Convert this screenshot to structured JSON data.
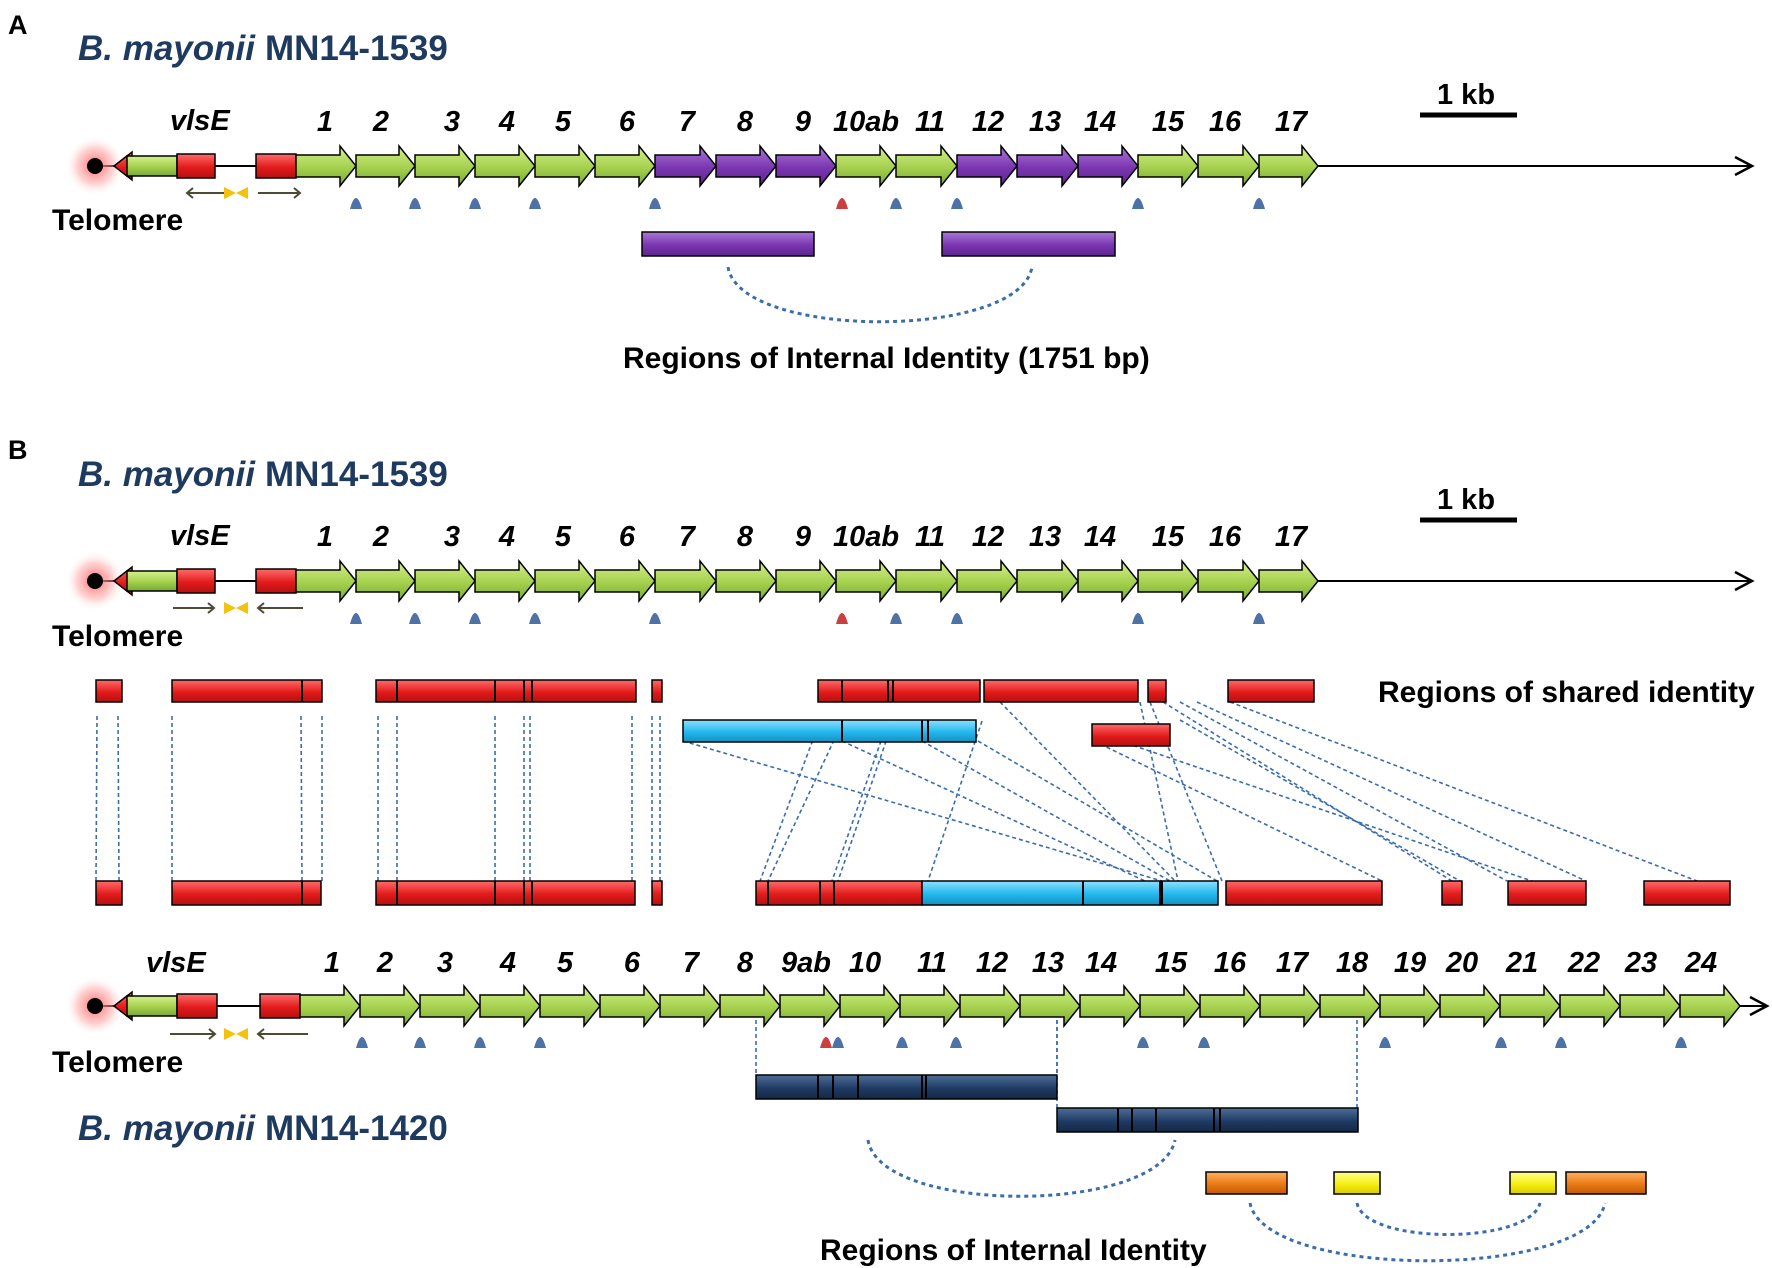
{
  "panel_a": {
    "letter": "A",
    "strain_italic": "B. mayonii",
    "strain_id": "MN14-1539",
    "vlse_label": "vlsE",
    "telomere_label": "Telomere",
    "scale_label": "1 kb",
    "gene_labels": [
      "1",
      "2",
      "3",
      "4",
      "5",
      "6",
      "7",
      "8",
      "9",
      "10ab",
      "11",
      "12",
      "13",
      "14",
      "15",
      "16",
      "17"
    ],
    "caption": "Regions of Internal Identity (1751 bp)"
  },
  "panel_b": {
    "letter": "B",
    "top_strain_italic": "B. mayonii",
    "top_strain_id": "MN14-1539",
    "top_vlse_label": "vlsE",
    "top_telomere_label": "Telomere",
    "scale_label": "1 kb",
    "top_gene_labels": [
      "1",
      "2",
      "3",
      "4",
      "5",
      "6",
      "7",
      "8",
      "9",
      "10ab",
      "11",
      "12",
      "13",
      "14",
      "15",
      "16",
      "17"
    ],
    "shared_caption": "Regions of shared identity",
    "bottom_vlse_label": "vlsE",
    "bottom_telomere_label": "Telomere",
    "bottom_gene_labels": [
      "1",
      "2",
      "3",
      "4",
      "5",
      "6",
      "7",
      "8",
      "9ab",
      "10",
      "11",
      "12",
      "13",
      "14",
      "15",
      "16",
      "17",
      "18",
      "19",
      "20",
      "21",
      "22",
      "23",
      "24"
    ],
    "bottom_strain_italic": "B. mayonii",
    "bottom_strain_id": "MN14-1420",
    "internal_caption": "Regions of Internal Identity"
  },
  "colors": {
    "gene_green": "#99cc44",
    "gene_purple": "#7a35b0",
    "identity_red": "#e31b1b",
    "identity_cyan": "#22b8ee",
    "identity_navy": "#1f3b63",
    "identity_orange": "#ea7a14",
    "identity_yellow": "#f6ee12",
    "link_blue": "#3a6db0",
    "promoter_blue": "#4e72a6",
    "promoter_red": "#c84040",
    "strain_text": "#1f3a5f"
  }
}
